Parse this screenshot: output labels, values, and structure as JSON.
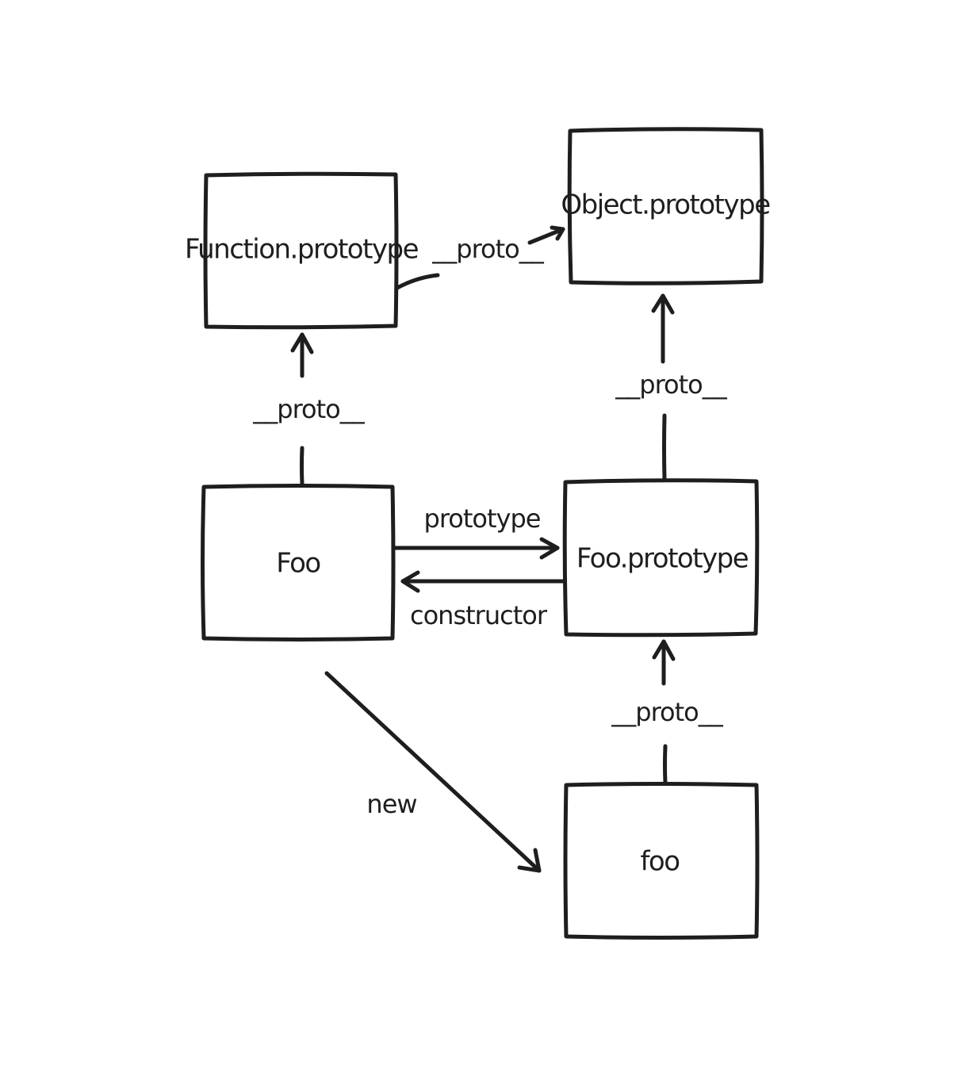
{
  "diagram": {
    "nodes": {
      "function_prototype": {
        "label": "Function.prototype"
      },
      "object_prototype": {
        "label": "Object.prototype"
      },
      "foo": {
        "label": "Foo"
      },
      "foo_prototype": {
        "label": "Foo.prototype"
      },
      "foo_instance": {
        "label": "foo"
      }
    },
    "edges": {
      "function_proto_to_object": {
        "label": "__proto__",
        "from": "Function.prototype",
        "to": "Object.prototype"
      },
      "foo_proto_to_function": {
        "label": "__proto__",
        "from": "Foo",
        "to": "Function.prototype"
      },
      "fooprototype_proto_to_object": {
        "label": "__proto__",
        "from": "Foo.prototype",
        "to": "Object.prototype"
      },
      "foo_prototype_link": {
        "label": "prototype",
        "from": "Foo",
        "to": "Foo.prototype"
      },
      "constructor_link": {
        "label": "constructor",
        "from": "Foo.prototype",
        "to": "Foo"
      },
      "instance_proto_to_fooprototype": {
        "label": "__proto__",
        "from": "foo",
        "to": "Foo.prototype"
      },
      "new_link": {
        "label": "new",
        "from": "Foo",
        "to": "foo"
      }
    },
    "colors": {
      "stroke": "#1e1e1e",
      "background": "#ffffff"
    }
  }
}
